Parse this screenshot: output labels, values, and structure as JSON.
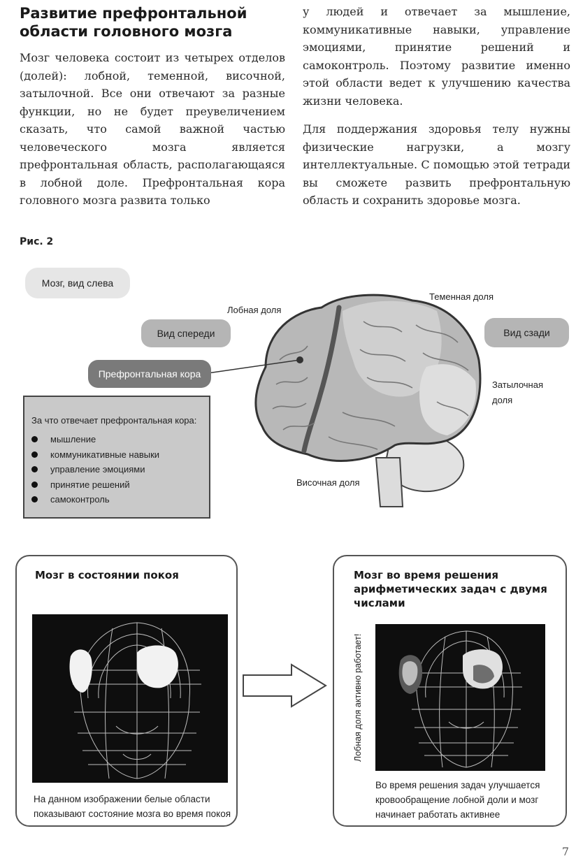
{
  "page": {
    "heading": "Развитие префронтальной области головного мозга",
    "left_paragraph": "Мозг человека состоит из четырех отделов (долей): лобной, теменной, височной, затылочной. Все они отвечают за разные функции, но не будет преувеличением сказать, что самой важной частью человеческого мозга является префронтальная область, располагающаяся в лобной доле. Префронтальная кора головного мозга развита только",
    "right_paragraph_1": "у людей и отвечает за мышление, коммуникативные навыки, управление эмоциями, принятие решений и самоконтроль. Поэтому развитие именно этой области ведет к улучшению качества жизни человека.",
    "right_paragraph_2": "Для поддержания здоровья телу нужны физические нагрузки, а мозгу интеллектуальные. С помощью этой тетради вы сможете развить префронтальную область и сохранить здоровье мозга.",
    "page_number": "7"
  },
  "figure": {
    "label": "Рис. 2",
    "view_left": "Мозг, вид слева",
    "view_front": "Вид спереди",
    "view_back": "Вид сзади",
    "prefrontal_cortex": "Префронтальная кора",
    "frontal_lobe": "Лобная доля",
    "parietal_lobe": "Теменная доля",
    "occipital_lobe_1": "Затылочная",
    "occipital_lobe_2": "доля",
    "temporal_lobe": "Височная доля",
    "infobox": {
      "title": "За что отвечает префронтальная кора:",
      "items": [
        "мышление",
        "коммуникативные навыки",
        "управление эмоциями",
        "принятие решений",
        "самоконтроль"
      ]
    }
  },
  "comparison": {
    "rest_card": {
      "title": "Мозг в состоянии покоя",
      "caption_1": "На данном изображении белые области",
      "caption_2": "показывают состояние мозга во время покоя"
    },
    "active_card": {
      "title_1": "Мозг во время решения",
      "title_2": "арифметических задач с двумя",
      "title_3": "числами",
      "vertical_note": "Лобная доля активно работает!",
      "caption_1": "Во время решения задач улучшается",
      "caption_2": "кровообращение лобной доли и мозг",
      "caption_3": "начинает работать активнее"
    }
  },
  "colors": {
    "pill_dark": "#7a7a7a",
    "pill_mid": "#b5b5b5",
    "pill_light": "#e6e6e6",
    "brain_base": "#b8b8b8",
    "brain_parietal": "#cfcfcf",
    "brain_occipital": "#dedede"
  }
}
